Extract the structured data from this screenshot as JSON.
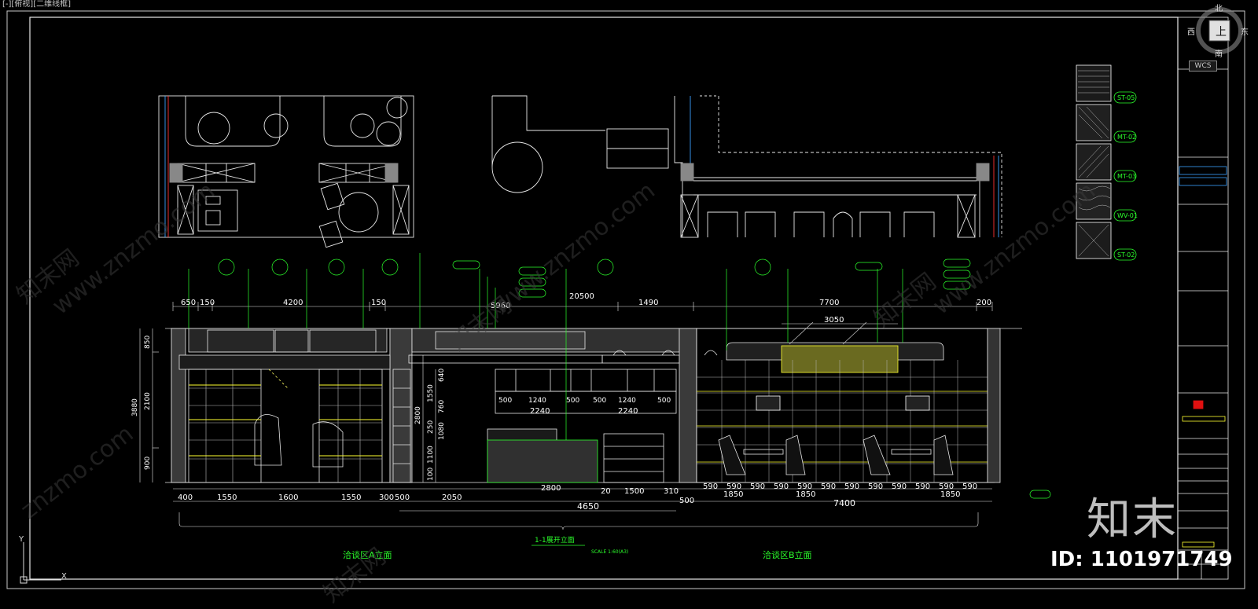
{
  "viewport": {
    "label": "[-][俯视][二维线框]"
  },
  "viewcube": {
    "north": "北",
    "south": "南",
    "east": "东",
    "west": "西",
    "top_face": "上",
    "wcs": "WCS"
  },
  "ucs": {
    "x": "X",
    "y": "Y"
  },
  "watermark": {
    "brand": "知末",
    "site": "www.znzmo.com",
    "site2": "znzmo.com",
    "cn": "知末网",
    "id": "ID: 1101971749"
  },
  "dims": {
    "top": [
      "650",
      "150",
      "4200",
      "150",
      "5960",
      "20500",
      "1490",
      "7700",
      "200"
    ],
    "d3050": "3050",
    "left_total": "3880",
    "left_a": "850",
    "left_b": "2100",
    "left_c": "900",
    "mid_v": [
      "2800",
      "1550",
      "640",
      "250",
      "760",
      "1100",
      "100",
      "1080"
    ],
    "row_a": [
      "500",
      "1240",
      "500",
      "500",
      "1240",
      "500"
    ],
    "row_a_sum": [
      "2240",
      "2240"
    ],
    "bottom1": [
      "400",
      "1550",
      "1600",
      "1550",
      "300",
      "500",
      "2050",
      "2800",
      "20",
      "1500",
      "310",
      "500"
    ],
    "bottom_total": "4650",
    "right_590": [
      "590",
      "590",
      "590",
      "590",
      "590",
      "590",
      "590",
      "590",
      "590",
      "590",
      "590",
      "590"
    ],
    "right_sum": [
      "1850",
      "1850",
      "1850"
    ],
    "d7400": "7400"
  },
  "labels": {
    "zone_a": "洽谈区A立面",
    "zone_b": "洽谈区B立面",
    "elev_title": "1-1展开立面",
    "scale": "SCALE 1:60(A3)",
    "materials": [
      "ST-05",
      "MT-02",
      "MT-03",
      "WV-01",
      "ST-02"
    ]
  }
}
